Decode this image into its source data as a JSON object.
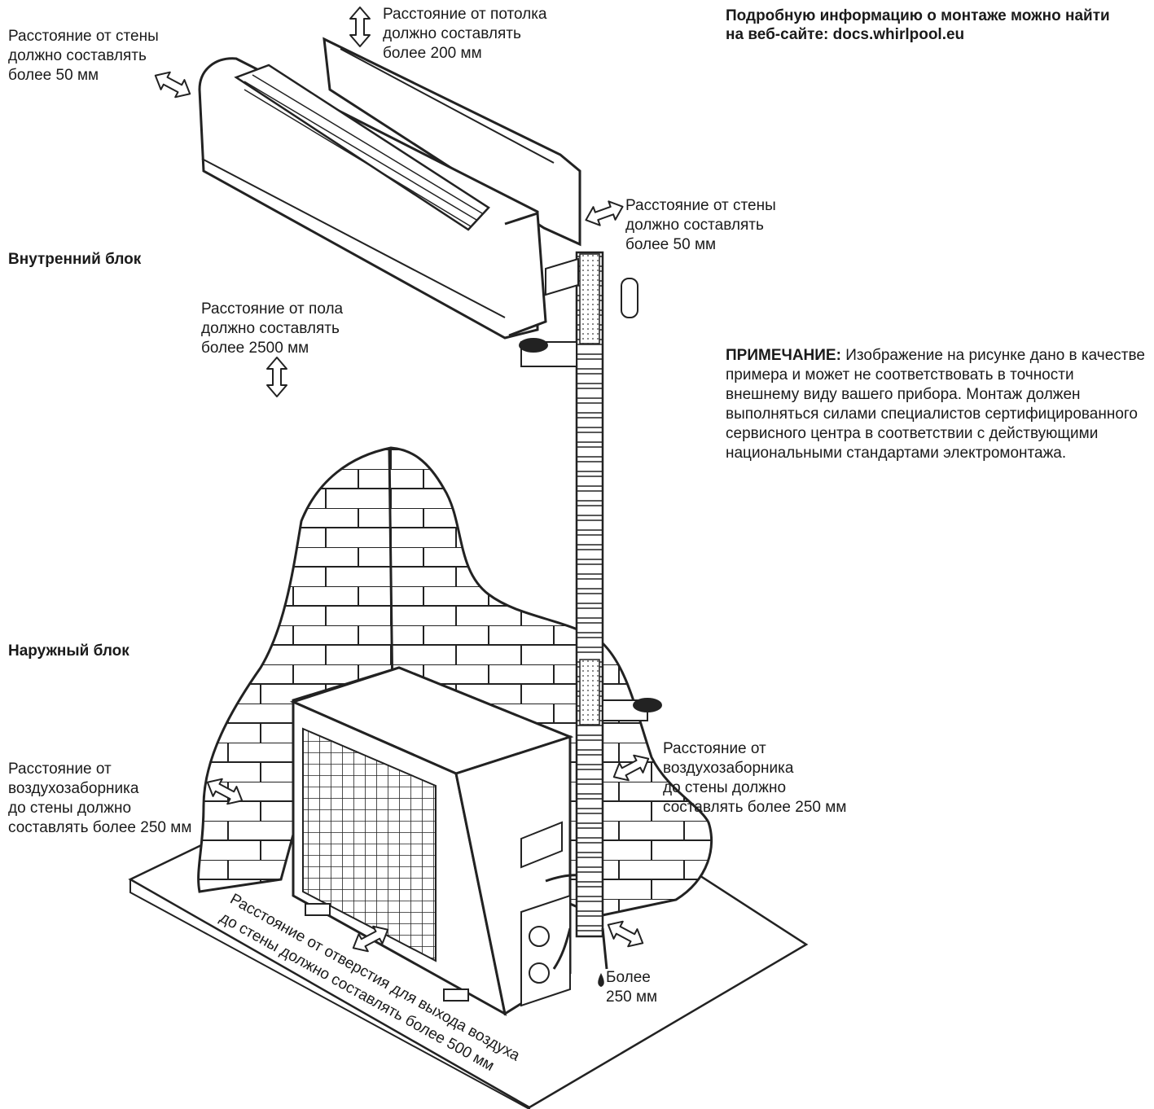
{
  "info": {
    "line1": "Подробную информацию о монтаже можно найти",
    "line2": "на веб-сайте: docs.whirlpool.eu"
  },
  "labels": {
    "wall_left_top": "Расстояние от стены\nдолжно составлять\nболее 50 мм",
    "ceiling": "Расстояние от потолка\nдолжно составлять\nболее 200 мм",
    "wall_right_top": "Расстояние от стены\nдолжно составлять\nболее 50 мм",
    "indoor_unit": "Внутренний блок",
    "floor": "Расстояние от пола\nдолжно составлять\nболее 2500 мм",
    "outdoor_unit": "Наружный блок",
    "intake_left": "Расстояние от\nвоздухозаборника\nдо стены должно\nсоставлять более 250 мм",
    "intake_right": "Расстояние от\nвоздухозаборника\nдо стены должно\nсоставлять более 250 мм",
    "outlet": "Расстояние от отверстия для выхода воздуха\nдо стены должно составлять более 500 мм",
    "more_250": "Более\n250 мм"
  },
  "note": {
    "keyword": "ПРИМЕЧАНИЕ:",
    "text": " Изображение на рисунке дано в качестве примера и может не соответствовать в точности внешнему виду вашего прибора. Монтаж должен выполняться силами специалистов сертифицированного сервисного центра в соответствии с действующими национальными стандартами электромонтажа."
  }
}
